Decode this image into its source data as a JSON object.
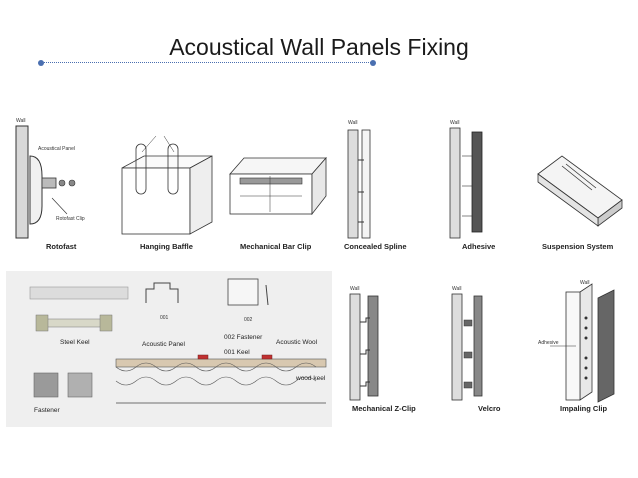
{
  "title": "Acoustical Wall Panels Fixing",
  "accent_color": "#4a6fb0",
  "panels": {
    "rotofast": {
      "caption": "Rotofast",
      "labels": {
        "wall": "Wall",
        "panel": "Acoustical Panel",
        "clip": "Rotofast Clip"
      }
    },
    "hanging_baffle": {
      "caption": "Hanging Baffle"
    },
    "mechanical_bar_clip": {
      "caption": "Mechanical Bar Clip"
    },
    "concealed_spline": {
      "caption": "Concealed Spline",
      "labels": {
        "wall": "Wall"
      }
    },
    "adhesive": {
      "caption": "Adhesive",
      "labels": {
        "wall": "Wall"
      }
    },
    "suspension_system": {
      "caption": "Suspension System"
    },
    "mechanical_z_clip": {
      "caption": "Mechanical Z-Clip",
      "labels": {
        "wall": "Wall"
      }
    },
    "velcro": {
      "caption": "Velcro",
      "labels": {
        "wall": "Wall"
      }
    },
    "impaling_clip": {
      "caption": "Impaling Clip",
      "labels": {
        "wall": "Wall",
        "adhesive": "Adhesive"
      }
    },
    "keel_system": {
      "labels": {
        "part_001_top": "001",
        "part_002_top": "002",
        "steel_keel": "Steel Keel",
        "fastener": "Fastener",
        "acoustic_panel": "Acoustic Panel",
        "part_002_fastener": "002 Fastener",
        "acoustic_wool": "Acoustic Wool",
        "part_001_keel": "001 Keel",
        "wood_keel": "wood keel"
      }
    }
  }
}
